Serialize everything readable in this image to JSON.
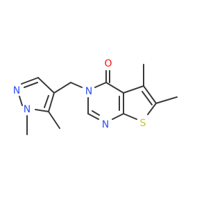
{
  "molecule": {
    "atoms": {
      "oxygen": {
        "label": "O",
        "color": "#ff0d0d"
      },
      "n3": {
        "label": "N",
        "color": "#3050f8"
      },
      "n1": {
        "label": "N",
        "color": "#3050f8"
      },
      "pyrazole_n1": {
        "label": "N",
        "color": "#3050f8"
      },
      "pyrazole_n2": {
        "label": "N",
        "color": "#3050f8"
      },
      "sulfur": {
        "label": "S",
        "color": "#c6c62c"
      }
    },
    "bond_color": "#383838",
    "background": "#ffffff"
  }
}
